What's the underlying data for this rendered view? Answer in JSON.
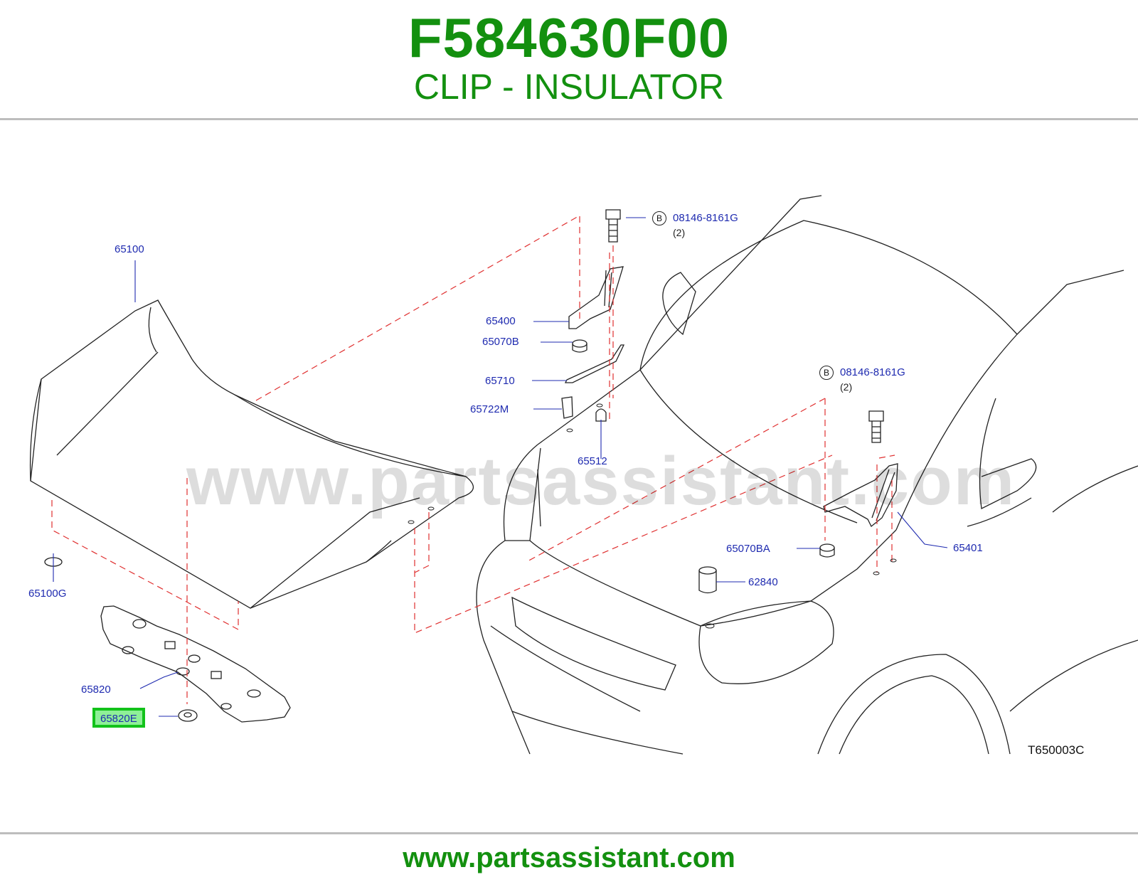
{
  "header": {
    "part_number": "F584630F00",
    "part_name": "CLIP - INSULATOR"
  },
  "watermark": "www.partsassistant.com",
  "footer": {
    "url": "www.partsassistant.com"
  },
  "figure_code": "T650003C",
  "highlighted_callout": "65820E",
  "callouts": {
    "hood": "65100",
    "hood_grommet": "65100G",
    "insulator": "65820",
    "hinge_left": "65400",
    "nut_left": "65070B",
    "hood_rod": "65710",
    "rod_holder": "65722M",
    "bumper_rubber": "65512",
    "hinge_right": "65401",
    "nut_right": "65070BA",
    "stop_rubber": "62840",
    "bolt_left": "08146-8161G",
    "bolt_right": "08146-8161G"
  },
  "bolt_marker": "B",
  "bolt_qty": "(2)",
  "colors": {
    "title_green": "#13900f",
    "callout_blue": "#1f2bb0",
    "leader_red": "#e03030",
    "highlight_green": "#12c21a"
  }
}
